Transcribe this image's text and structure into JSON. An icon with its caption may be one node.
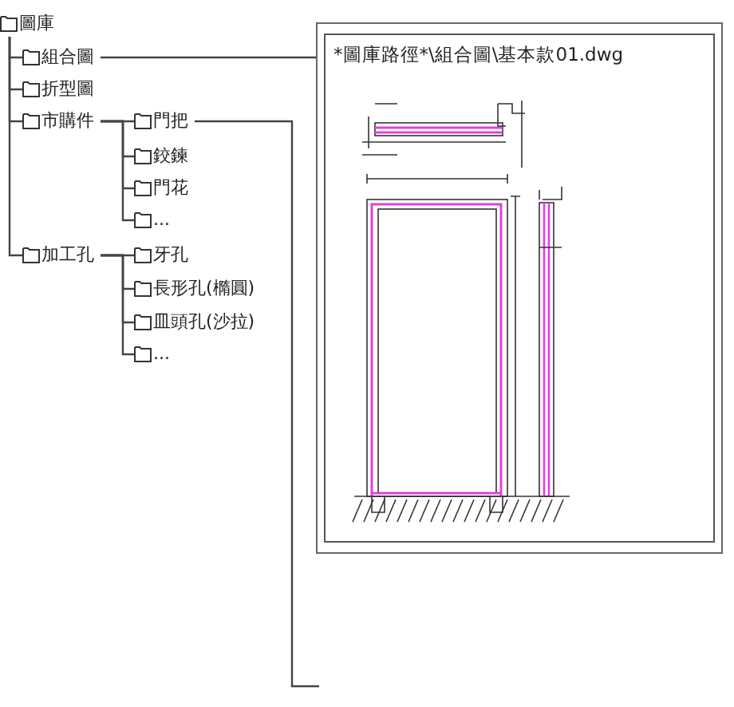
{
  "diagram": {
    "nodes": [
      {
        "text": [
          "圖庫"
        ]
      },
      {
        "text": [
          "組合圖"
        ]
      },
      {
        "text": [
          "折型圖"
        ]
      },
      {
        "text": [
          "市購件"
        ]
      },
      {
        "text": [
          "門把"
        ]
      },
      {
        "text": [
          "鉸鍊"
        ]
      },
      {
        "text": [
          "門花"
        ]
      },
      {
        "text": [
          "..."
        ]
      },
      {
        "text": [
          "加工孔"
        ]
      },
      {
        "text": [
          "牙孔"
        ]
      },
      {
        "text": [
          "長形孔(橢圓)"
        ]
      },
      {
        "text": [
          "皿頭孔(沙拉)"
        ]
      },
      {
        "text": [
          "..."
        ]
      },
      {
        "text": [
          "*圖庫路徑*\\組合圖\\基本款01.dwg"
        ]
      }
    ],
    "edges": [
      {
        "from": 0,
        "to": 1,
        "arrow": "none"
      },
      {
        "from": 0,
        "to": 2,
        "arrow": "none"
      },
      {
        "from": 0,
        "to": 3,
        "arrow": "none"
      },
      {
        "from": 0,
        "to": 8,
        "arrow": "none"
      },
      {
        "from": 3,
        "to": 4,
        "arrow": "none"
      },
      {
        "from": 3,
        "to": 5,
        "arrow": "none"
      },
      {
        "from": 3,
        "to": 6,
        "arrow": "none"
      },
      {
        "from": 3,
        "to": 7,
        "arrow": "none"
      },
      {
        "from": 8,
        "to": 9,
        "arrow": "none"
      },
      {
        "from": 8,
        "to": 10,
        "arrow": "none"
      },
      {
        "from": 8,
        "to": 11,
        "arrow": "none"
      },
      {
        "from": 8,
        "to": 12,
        "arrow": "none"
      },
      {
        "from": 1,
        "to": 13,
        "arrow": "none"
      },
      {
        "from": 4,
        "to": null,
        "arrow": "none"
      }
    ]
  }
}
